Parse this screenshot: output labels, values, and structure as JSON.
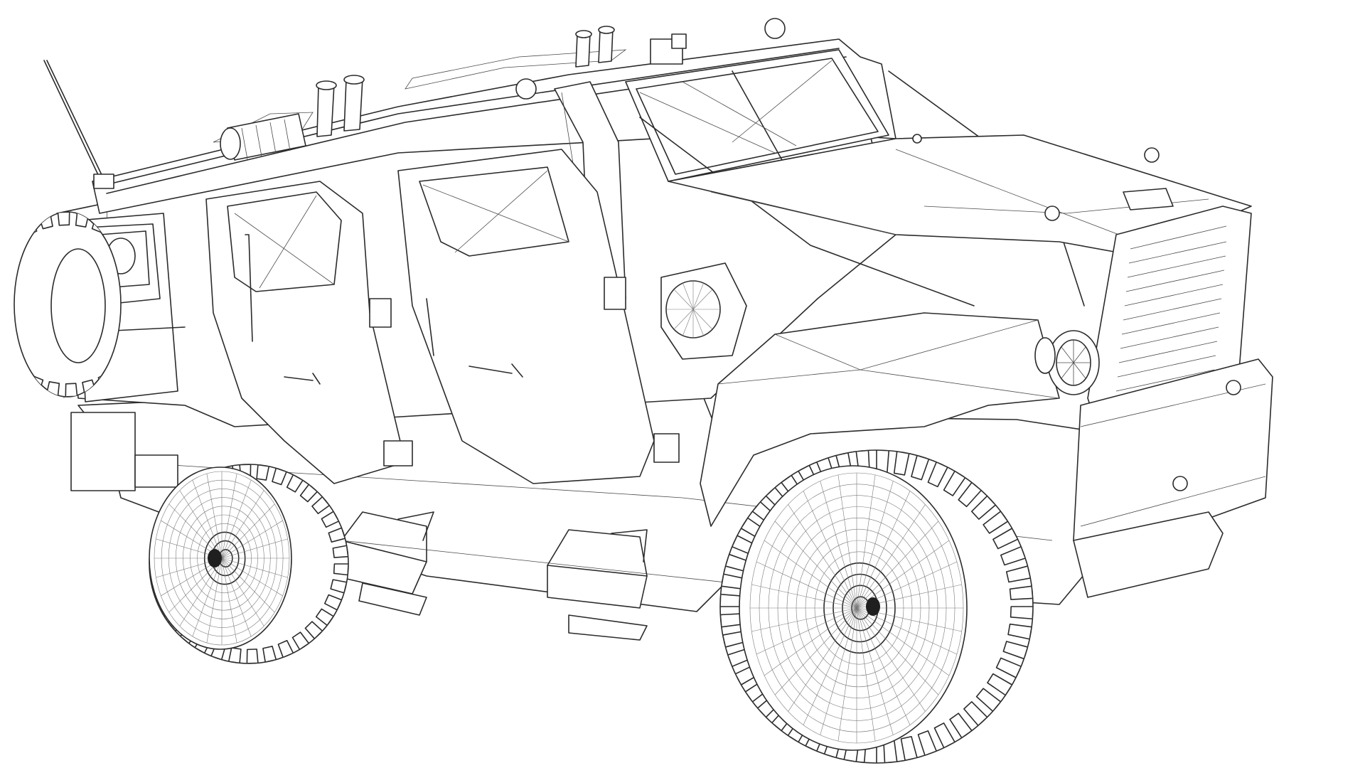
{
  "image": {
    "style": "wireframe line drawing",
    "background_color": "#ffffff",
    "line_color": "#2b2b2b",
    "subject_parts": [
      "antenna",
      "roof-rail",
      "exhaust-stack",
      "windshield",
      "hood",
      "grille",
      "headlight",
      "front-bumper",
      "side-mirror",
      "rear-door",
      "front-door",
      "spare-tire",
      "running-board-step",
      "front-wheel",
      "rear-wheel",
      "tow-hook"
    ]
  }
}
